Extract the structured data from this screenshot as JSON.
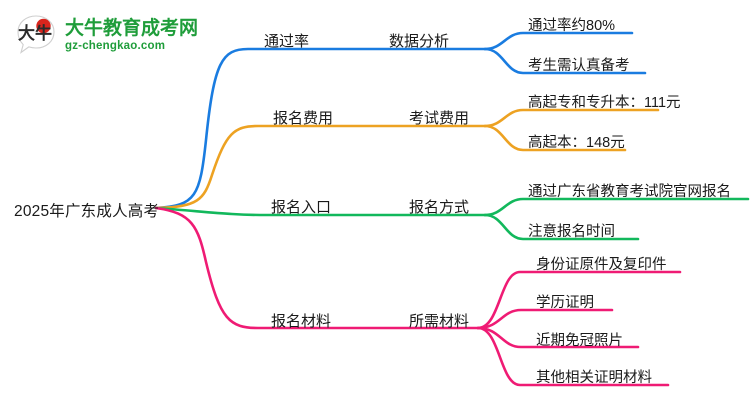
{
  "logo": {
    "mark_text": "大牛",
    "title_cn": "大牛教育成考网",
    "title_en": "gz-chengkao.com",
    "brand_color": "#1f9d3a",
    "mark_accent_color": "#d9251d"
  },
  "mindmap": {
    "root": {
      "label": "2025年广东成人高考"
    },
    "branches": [
      {
        "color": "#1a7ce0",
        "level1": "通过率",
        "level2": "数据分析",
        "leaves": [
          "通过率约80%",
          "考生需认真备考"
        ]
      },
      {
        "color": "#eda222",
        "level1": "报名费用",
        "level2": "考试费用",
        "leaves": [
          "高起专和专升本：111元",
          "高起本：148元"
        ]
      },
      {
        "color": "#12b85c",
        "level1": "报名入口",
        "level2": "报名方式",
        "leaves": [
          "通过广东省教育考试院官网报名",
          "注意报名时间"
        ]
      },
      {
        "color": "#ef1b74",
        "level1": "报名材料",
        "level2": "所需材料",
        "leaves": [
          "身份证原件及复印件",
          "学历证明",
          "近期免冠照片",
          "其他相关证明材料"
        ]
      }
    ]
  }
}
